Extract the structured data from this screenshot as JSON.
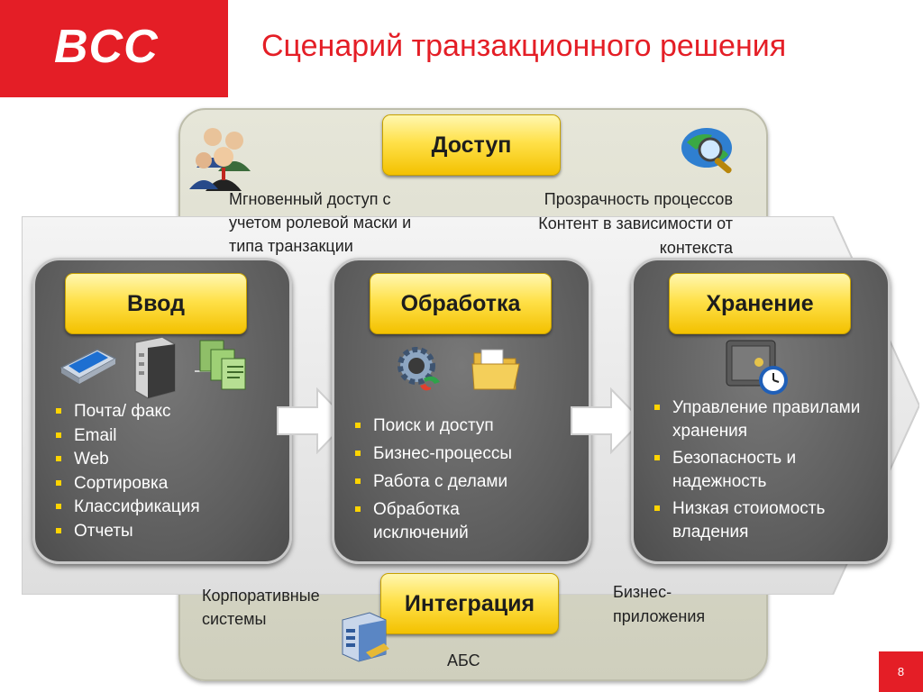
{
  "logo": {
    "text": "BCC"
  },
  "title": "Сценарий транзакционного решения",
  "access": {
    "label": "Доступ",
    "left_text": [
      "Мгновенный доступ  с",
      "учетом ролевой маски и",
      "типа транзакции"
    ],
    "right_text": [
      "Прозрачность процессов",
      "Контент в зависимости от",
      "контекста"
    ]
  },
  "input": {
    "label": "Ввод",
    "items": [
      "Почта/ факс",
      "Email",
      "Web",
      "Сортировка",
      "Классификация",
      "Отчеты"
    ]
  },
  "processing": {
    "label": "Обработка",
    "items": [
      "Поиск и доступ",
      "Бизнес-процессы",
      "Работа с делами",
      "Обработка исключений"
    ]
  },
  "storage": {
    "label": "Хранение",
    "items": [
      "Управление правилами хранения",
      "Безопасность и надежность",
      "Низкая стоиомость владения"
    ]
  },
  "integration": {
    "label": "Интеграция",
    "left_text": [
      "Корпоративные",
      "системы"
    ],
    "right_text": [
      "Бизнес-",
      "приложения"
    ],
    "bottom_text": "АБС"
  },
  "page_number": "8",
  "colors": {
    "brand_red": "#e41e26",
    "tab_yellow": "#ffe14a",
    "box_gray": "#5c5c5c"
  },
  "icons": [
    "users-icon",
    "magnifier-globe-icon",
    "scanner-icon",
    "server-icon",
    "documents-icon",
    "gear-icon",
    "folder-icon",
    "safe-clock-icon",
    "database-icon"
  ]
}
